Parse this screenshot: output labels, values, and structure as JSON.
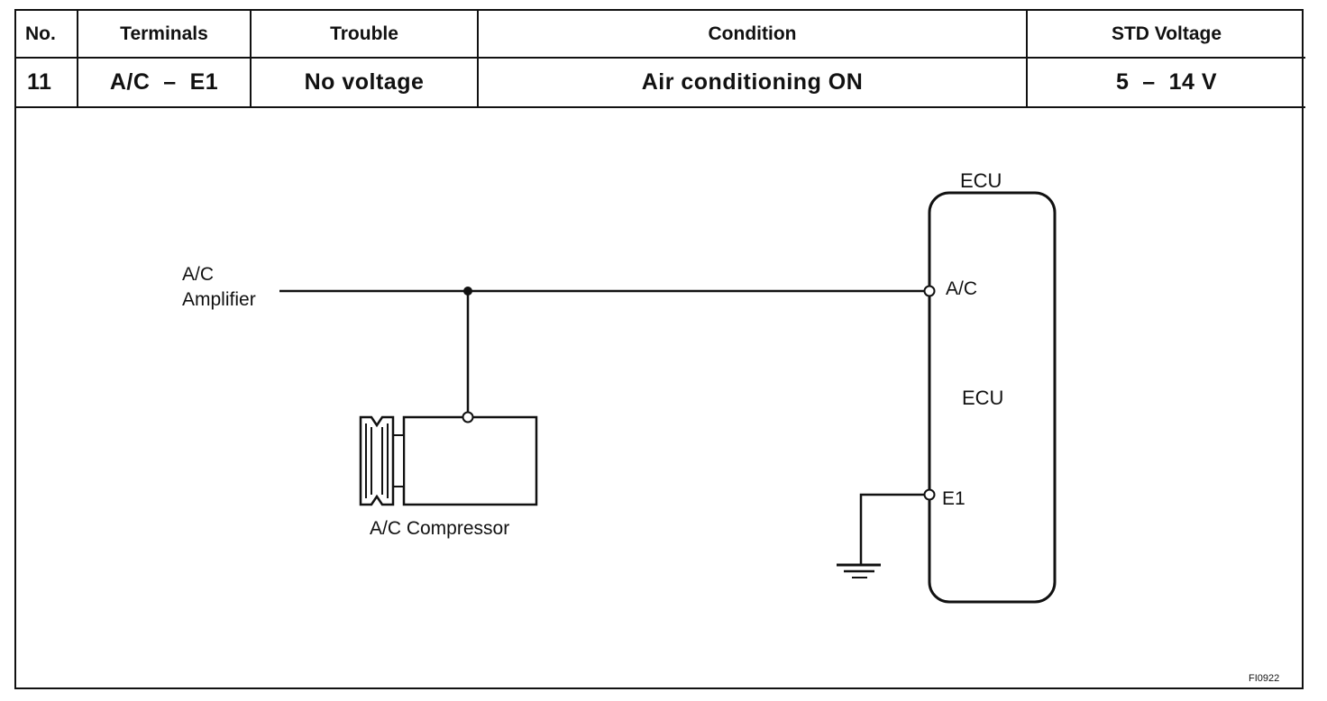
{
  "table": {
    "headers": {
      "no": "No.",
      "terminals": "Terminals",
      "trouble": "Trouble",
      "condition": "Condition",
      "std_voltage": "STD Voltage"
    },
    "row": {
      "no": "11",
      "terminals": "A/C  –  E1",
      "trouble": "No voltage",
      "condition": "Air conditioning ON",
      "std_voltage": "5  –  14 V"
    }
  },
  "diagram": {
    "amplifier_label_line1": "A/C",
    "amplifier_label_line2": "Amplifier",
    "compressor_label": "A/C Compressor",
    "ecu_title": "ECU",
    "ecu_inner_label": "ECU",
    "terminal_ac": "A/C",
    "terminal_e1": "E1",
    "figure_code": "FI0922"
  }
}
